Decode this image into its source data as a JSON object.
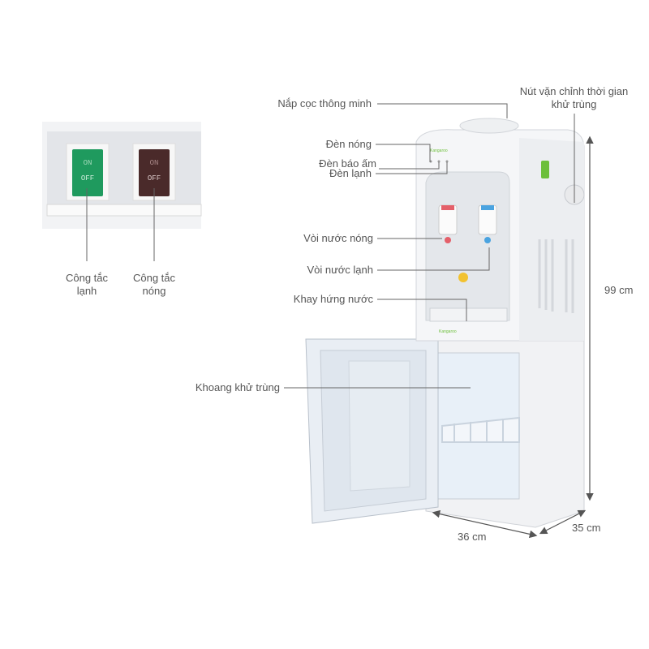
{
  "inset": {
    "switch_cold": {
      "on": "ON",
      "off": "OFF",
      "color": "#1f9a5e",
      "label_line1": "Công tắc",
      "label_line2": "lạnh"
    },
    "switch_hot": {
      "on": "ON",
      "off": "OFF",
      "color": "#4a2a2a",
      "label_line1": "Công tắc",
      "label_line2": "nóng"
    }
  },
  "brand": "Kangaroo",
  "labels": {
    "smart_lid": "Nắp cọc thông minh",
    "timer_knob_line1": "Nút vặn chỉnh thời gian",
    "timer_knob_line2": "khử trùng",
    "hot_light": "Đèn nóng",
    "warm_light": "Đèn báo ấm",
    "cold_light": "Đèn lạnh",
    "hot_tap": "Vòi nước nóng",
    "cold_tap": "Vòi nước lạnh",
    "drip_tray": "Khay hứng nước",
    "sterilizing_cabinet": "Khoang khử trùng"
  },
  "dimensions": {
    "height": "99 cm",
    "width": "36 cm",
    "depth": "35 cm"
  },
  "colors": {
    "line": "#666666",
    "text": "#555555",
    "accent_green": "#6cbf3a"
  }
}
